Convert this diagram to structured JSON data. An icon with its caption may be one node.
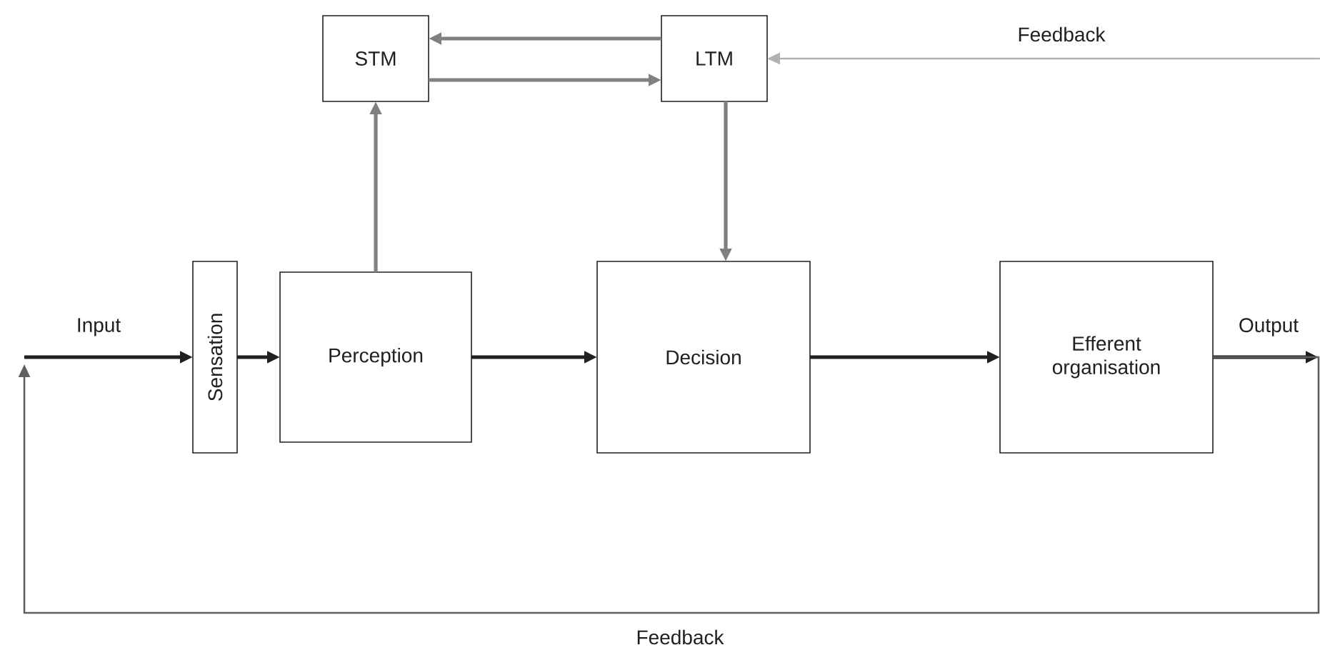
{
  "diagram": {
    "nodes": [
      {
        "text": [
          "STM"
        ]
      },
      {
        "text": [
          "LTM"
        ]
      },
      {
        "text": [
          "Sensation"
        ]
      },
      {
        "text": [
          "Perception"
        ]
      },
      {
        "text": [
          "Decision"
        ]
      },
      {
        "text": [
          "Efferent organisation"
        ]
      }
    ],
    "edges": [
      {
        "from": null,
        "to": 2,
        "arrow": "to",
        "label": "Input"
      },
      {
        "from": 2,
        "to": 3,
        "arrow": "to"
      },
      {
        "from": 3,
        "to": 4,
        "arrow": "to"
      },
      {
        "from": 4,
        "to": 5,
        "arrow": "to"
      },
      {
        "from": 5,
        "to": null,
        "arrow": "to",
        "label": "Output"
      },
      {
        "from": 3,
        "to": 0,
        "arrow": "to",
        "color": "#808083"
      },
      {
        "from": 1,
        "to": 0,
        "arrow": "to",
        "color": "#808083"
      },
      {
        "from": 0,
        "to": 1,
        "arrow": "to",
        "color": "#808083"
      },
      {
        "from": 1,
        "to": 4,
        "arrow": "to",
        "color": "#808083"
      },
      {
        "from": null,
        "to": 1,
        "arrow": "to",
        "label": "Feedback",
        "color": "#b1b2b4"
      },
      {
        "from": 5,
        "to": null,
        "arrow": "to",
        "label": "Feedback",
        "color": "#5f6062"
      }
    ]
  }
}
